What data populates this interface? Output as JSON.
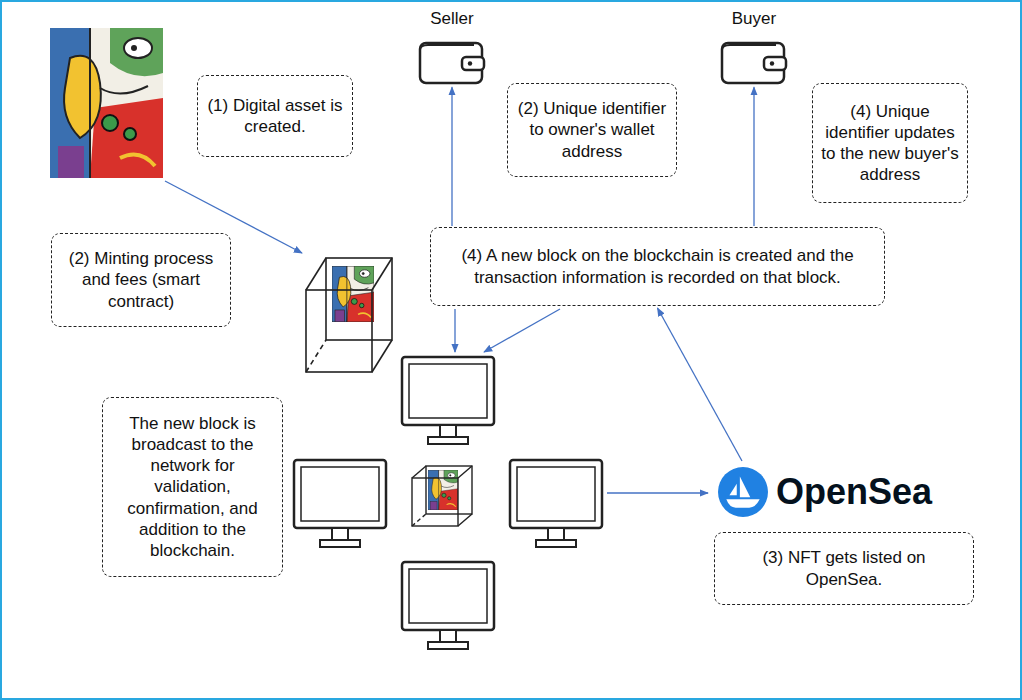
{
  "diagram": {
    "nodes": [
      {
        "text": [
          "(1) Digital asset is created."
        ]
      },
      {
        "text": [
          "Seller"
        ]
      },
      {
        "text": [
          "(2) Unique identifier to owner's wallet address"
        ]
      },
      {
        "text": [
          "Buyer"
        ]
      },
      {
        "text": [
          "(4) Unique identifier updates to the new buyer's address"
        ]
      },
      {
        "text": [
          "(2) Minting process and fees (smart contract)"
        ]
      },
      {
        "text": [
          "(4) A new block on the blockchain is created and the transaction information is recorded on that block."
        ]
      },
      {
        "text": [
          "The new block is broadcast to the network for validation, confirmation, and addition to the blockchain."
        ]
      },
      {
        "text": [
          "OpenSea"
        ]
      },
      {
        "text": [
          "(3) NFT gets listed on OpenSea."
        ]
      }
    ],
    "edges": [
      {
        "from": 6,
        "to": 1,
        "arrow": "to"
      },
      {
        "from": 6,
        "to": 3,
        "arrow": "to"
      },
      {
        "from": 8,
        "to": 6,
        "arrow": "to"
      }
    ]
  }
}
